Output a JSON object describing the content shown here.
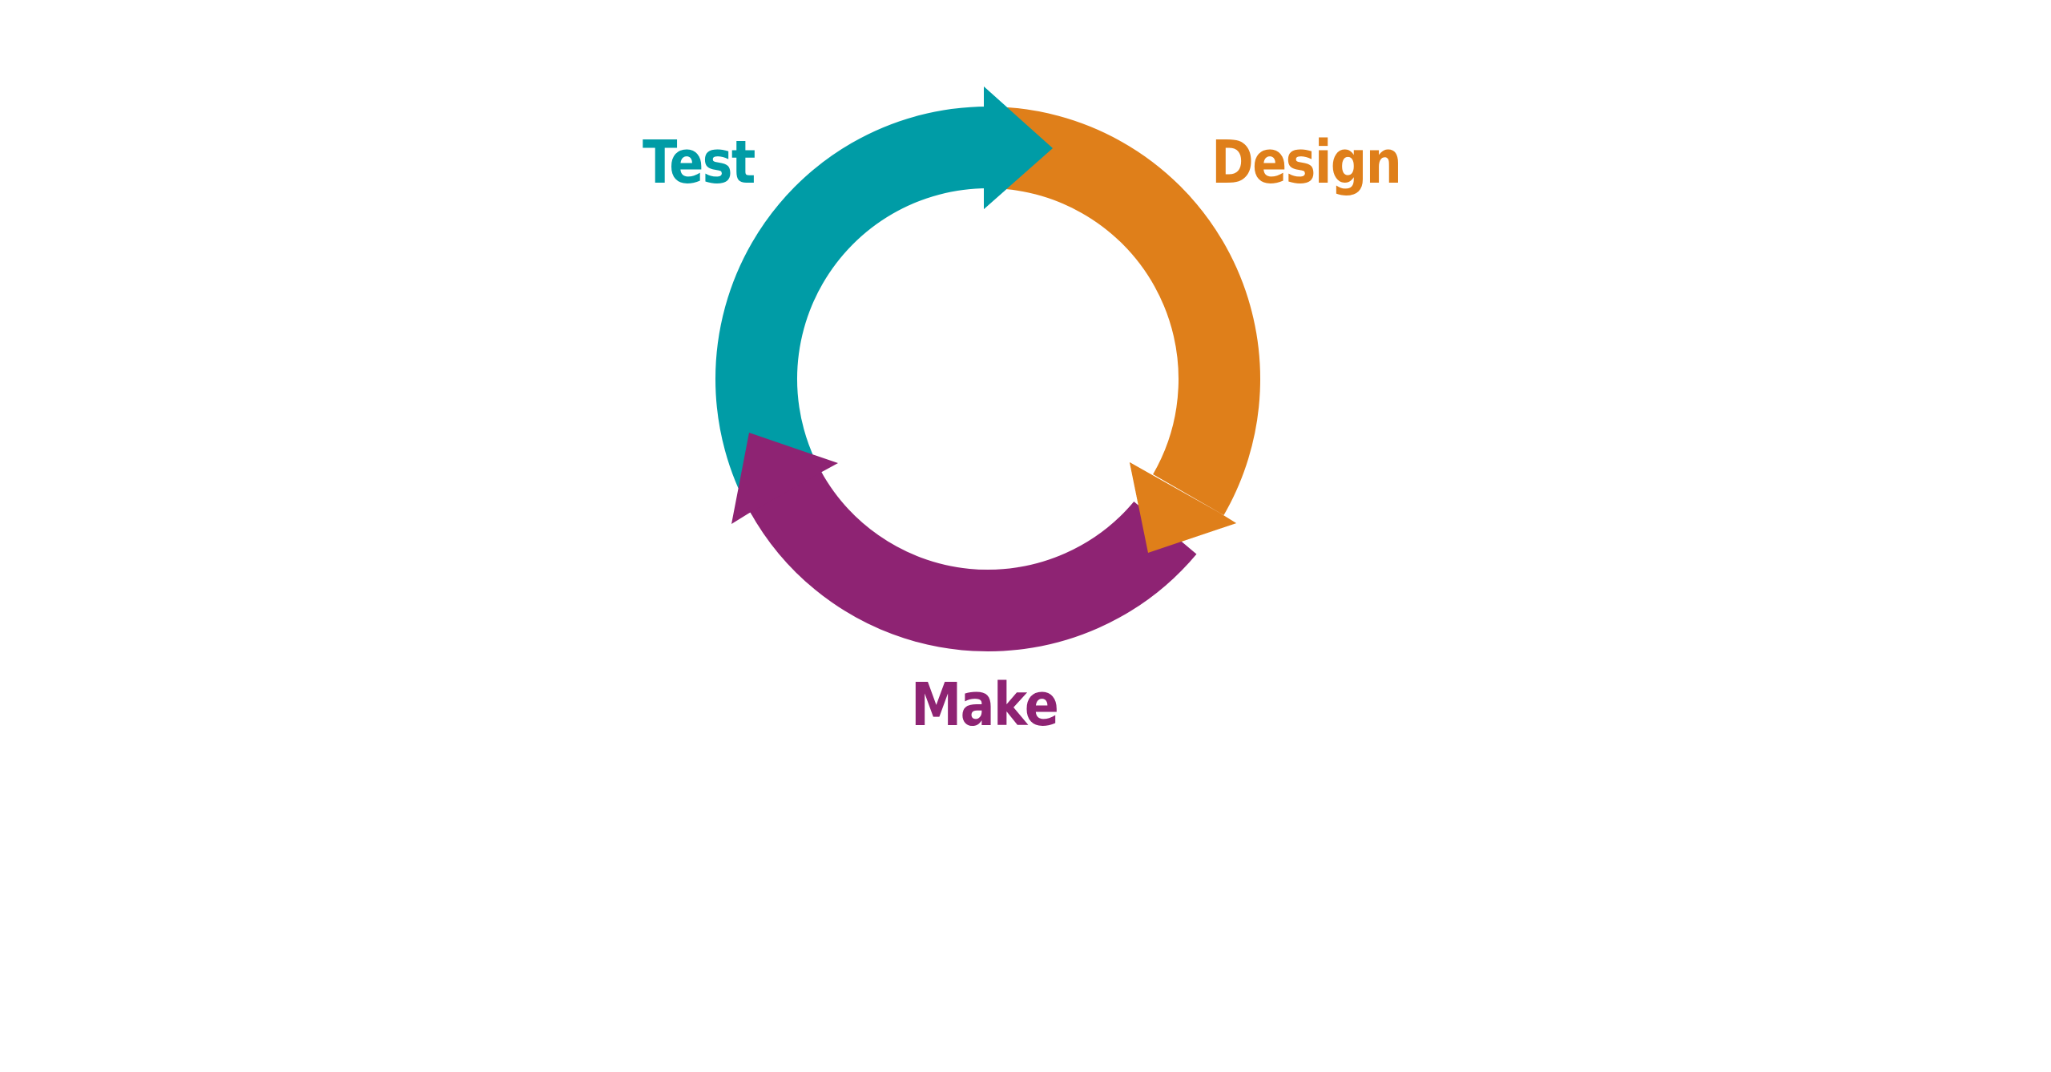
{
  "diagram": {
    "type": "cycle",
    "stages": [
      {
        "label": "Design",
        "color": "#DF7F1A"
      },
      {
        "label": "Make",
        "color": "#8E2373"
      },
      {
        "label": "Test",
        "color": "#009CA6"
      }
    ],
    "flow": [
      "Design",
      "Make",
      "Test",
      "Design"
    ],
    "colors": {
      "design": "#DF7F1A",
      "make": "#8E2373",
      "test": "#009CA6",
      "background": "#FFFFFF"
    }
  }
}
